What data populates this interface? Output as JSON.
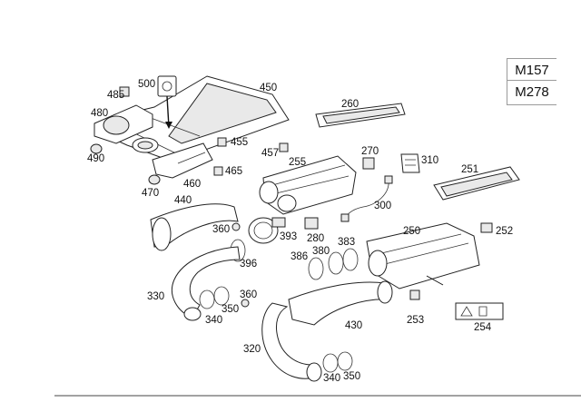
{
  "engine_codes": [
    "M157",
    "M278"
  ],
  "callouts": {
    "c485": "485",
    "c500": "500",
    "c450": "450",
    "c480": "480",
    "c455": "455",
    "c490": "490",
    "c457": "457",
    "c465": "465",
    "c460": "460",
    "c470": "470",
    "c260": "260",
    "c270": "270",
    "c310": "310",
    "c255": "255",
    "c251": "251",
    "c440": "440",
    "c300": "300",
    "c360a": "360",
    "c393": "393",
    "c280": "280",
    "c250": "250",
    "c252": "252",
    "c396": "396",
    "c386": "386",
    "c380": "380",
    "c383": "383",
    "c330": "330",
    "c360b": "360",
    "c340a": "340",
    "c350a": "350",
    "c253": "253",
    "c254": "254",
    "c430": "430",
    "c320": "320",
    "c340b": "340",
    "c350b": "350"
  }
}
